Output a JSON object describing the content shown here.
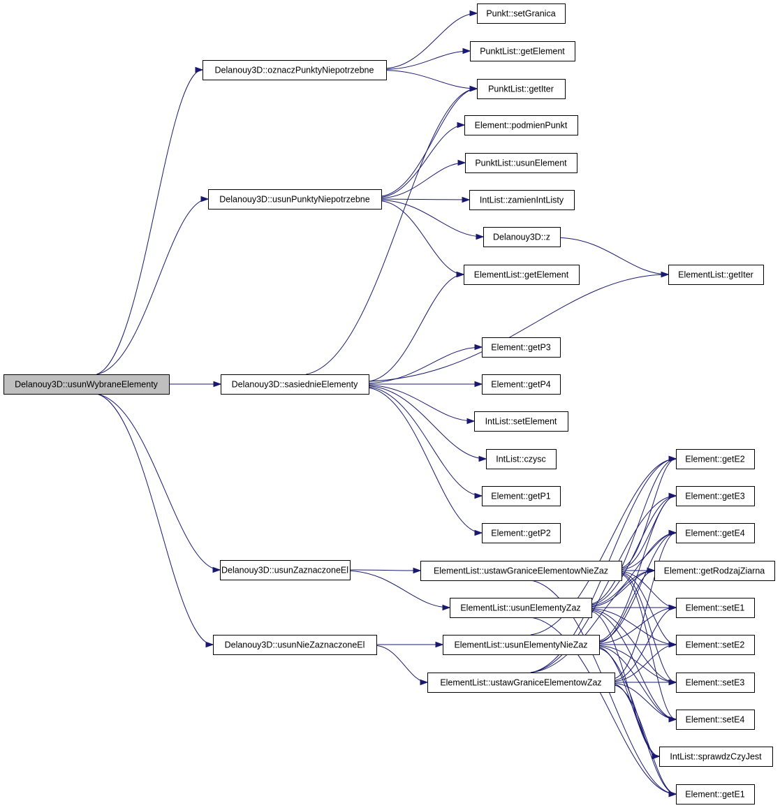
{
  "graph": {
    "title": "",
    "colors": {
      "edge": "#191970",
      "root_fill": "#bfbfbf",
      "node_fill": "#ffffff",
      "node_border": "#000000"
    },
    "nodes": [
      {
        "id": "root",
        "label": "Delanouy3D::usunWybraneElementy",
        "root": true
      },
      {
        "id": "ozn",
        "label": "Delanouy3D::oznaczPunktyNiepotrzebne"
      },
      {
        "id": "usP",
        "label": "Delanouy3D::usunPunktyNiepotrzebne"
      },
      {
        "id": "sas",
        "label": "Delanouy3D::sasiednieElementy"
      },
      {
        "id": "usZ",
        "label": "Delanouy3D::usunZaznaczoneEl"
      },
      {
        "id": "usNZ",
        "label": "Delanouy3D::usunNieZaznaczoneEl"
      },
      {
        "id": "psg",
        "label": "Punkt::setGranica"
      },
      {
        "id": "plge",
        "label": "PunktList::getElement"
      },
      {
        "id": "plgi",
        "label": "PunktList::getIter"
      },
      {
        "id": "epp",
        "label": "Element::podmienPunkt"
      },
      {
        "id": "plue",
        "label": "PunktList::usunElement"
      },
      {
        "id": "ilz",
        "label": "IntList::zamienIntListy"
      },
      {
        "id": "d3z",
        "label": "Delanouy3D::z"
      },
      {
        "id": "elge",
        "label": "ElementList::getElement"
      },
      {
        "id": "elgi",
        "label": "ElementList::getIter"
      },
      {
        "id": "gp3",
        "label": "Element::getP3"
      },
      {
        "id": "gp4",
        "label": "Element::getP4"
      },
      {
        "id": "ilse",
        "label": "IntList::setElement"
      },
      {
        "id": "ilc",
        "label": "IntList::czysc"
      },
      {
        "id": "gp1",
        "label": "Element::getP1"
      },
      {
        "id": "gp2",
        "label": "Element::getP2"
      },
      {
        "id": "eluNZ",
        "label": "ElementList::ustawGraniceElementowNieZaz"
      },
      {
        "id": "eluEZ",
        "label": "ElementList::usunElementyZaz"
      },
      {
        "id": "eluENZ",
        "label": "ElementList::usunElementyNieZaz"
      },
      {
        "id": "eluZ",
        "label": "ElementList::ustawGraniceElementowZaz"
      },
      {
        "id": "ge2",
        "label": "Element::getE2"
      },
      {
        "id": "ge3",
        "label": "Element::getE3"
      },
      {
        "id": "ge4",
        "label": "Element::getE4"
      },
      {
        "id": "grz",
        "label": "Element::getRodzajZiarna"
      },
      {
        "id": "se1",
        "label": "Element::setE1"
      },
      {
        "id": "se2",
        "label": "Element::setE2"
      },
      {
        "id": "se3",
        "label": "Element::setE3"
      },
      {
        "id": "se4",
        "label": "Element::setE4"
      },
      {
        "id": "ilsc",
        "label": "IntList::sprawdzCzyJest"
      },
      {
        "id": "ge1",
        "label": "Element::getE1"
      }
    ],
    "edges": [
      [
        "root",
        "ozn"
      ],
      [
        "root",
        "usP"
      ],
      [
        "root",
        "sas"
      ],
      [
        "root",
        "usZ"
      ],
      [
        "root",
        "usNZ"
      ],
      [
        "ozn",
        "psg"
      ],
      [
        "ozn",
        "plge"
      ],
      [
        "ozn",
        "plgi"
      ],
      [
        "usP",
        "plgi"
      ],
      [
        "usP",
        "epp"
      ],
      [
        "usP",
        "plue"
      ],
      [
        "usP",
        "ilz"
      ],
      [
        "usP",
        "d3z"
      ],
      [
        "usP",
        "elge"
      ],
      [
        "d3z",
        "elgi"
      ],
      [
        "sas",
        "plgi"
      ],
      [
        "sas",
        "elge"
      ],
      [
        "sas",
        "elgi"
      ],
      [
        "sas",
        "gp3"
      ],
      [
        "sas",
        "gp4"
      ],
      [
        "sas",
        "ilse"
      ],
      [
        "sas",
        "ilc"
      ],
      [
        "sas",
        "gp1"
      ],
      [
        "sas",
        "gp2"
      ],
      [
        "usZ",
        "eluNZ"
      ],
      [
        "usZ",
        "eluEZ"
      ],
      [
        "usNZ",
        "eluENZ"
      ],
      [
        "usNZ",
        "eluZ"
      ],
      [
        "eluNZ",
        "ge2"
      ],
      [
        "eluNZ",
        "ge3"
      ],
      [
        "eluNZ",
        "ge4"
      ],
      [
        "eluNZ",
        "grz"
      ],
      [
        "eluNZ",
        "se1"
      ],
      [
        "eluNZ",
        "se2"
      ],
      [
        "eluNZ",
        "se3"
      ],
      [
        "eluNZ",
        "se4"
      ],
      [
        "eluNZ",
        "ge1"
      ],
      [
        "eluEZ",
        "ge2"
      ],
      [
        "eluEZ",
        "ge3"
      ],
      [
        "eluEZ",
        "ge4"
      ],
      [
        "eluEZ",
        "grz"
      ],
      [
        "eluEZ",
        "se1"
      ],
      [
        "eluEZ",
        "se2"
      ],
      [
        "eluEZ",
        "se3"
      ],
      [
        "eluEZ",
        "se4"
      ],
      [
        "eluEZ",
        "ilsc"
      ],
      [
        "eluEZ",
        "ge1"
      ],
      [
        "eluENZ",
        "ge2"
      ],
      [
        "eluENZ",
        "ge3"
      ],
      [
        "eluENZ",
        "ge4"
      ],
      [
        "eluENZ",
        "grz"
      ],
      [
        "eluENZ",
        "se1"
      ],
      [
        "eluENZ",
        "se2"
      ],
      [
        "eluENZ",
        "se3"
      ],
      [
        "eluENZ",
        "se4"
      ],
      [
        "eluENZ",
        "ilsc"
      ],
      [
        "eluENZ",
        "ge1"
      ],
      [
        "eluZ",
        "ge2"
      ],
      [
        "eluZ",
        "ge3"
      ],
      [
        "eluZ",
        "ge4"
      ],
      [
        "eluZ",
        "grz"
      ],
      [
        "eluZ",
        "se1"
      ],
      [
        "eluZ",
        "se2"
      ],
      [
        "eluZ",
        "se3"
      ],
      [
        "eluZ",
        "se4"
      ],
      [
        "eluZ",
        "ilsc"
      ],
      [
        "eluZ",
        "ge1"
      ]
    ]
  }
}
